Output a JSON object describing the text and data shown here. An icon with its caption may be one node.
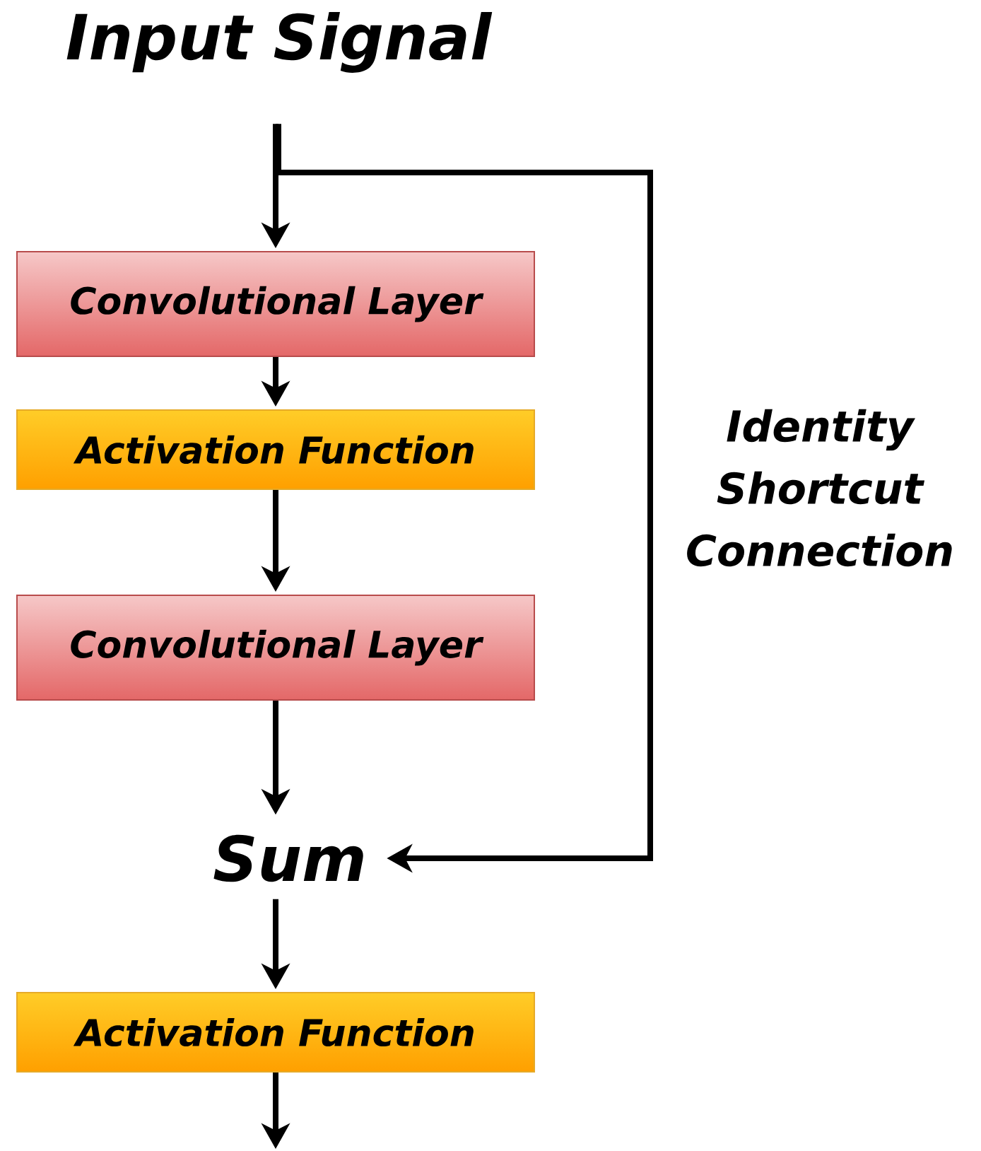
{
  "diagram": {
    "nodes": [
      {
        "text": [
          "Input Signal"
        ]
      },
      {
        "text": [
          "Convolutional Layer"
        ]
      },
      {
        "text": [
          "Activation Function"
        ]
      },
      {
        "text": [
          "Convolutional Layer"
        ]
      },
      {
        "text": [
          "Sum"
        ]
      },
      {
        "text": [
          "Activation Function"
        ]
      }
    ],
    "edges": [
      {
        "from": 0,
        "to": 1,
        "arrow": "to"
      },
      {
        "from": 1,
        "to": 2,
        "arrow": "to"
      },
      {
        "from": 2,
        "to": 3,
        "arrow": "to"
      },
      {
        "from": 3,
        "to": 4,
        "arrow": "to"
      },
      {
        "from": 4,
        "to": 5,
        "arrow": "to"
      },
      {
        "from": 5,
        "to": null,
        "arrow": "to"
      },
      {
        "from": 0,
        "to": 4,
        "arrow": "to",
        "label": "Identity Shortcut Connection"
      }
    ]
  }
}
